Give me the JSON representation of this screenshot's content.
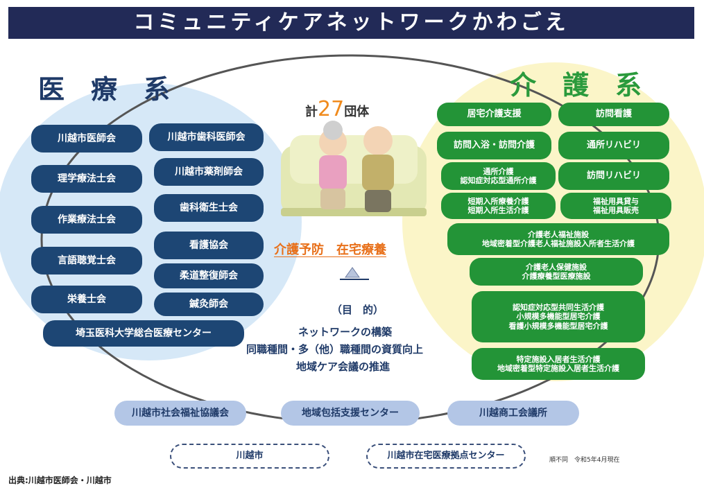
{
  "title": "コミュニティケアネットワークかわごえ",
  "medical": {
    "heading": "医　療　系",
    "items": [
      "川越市医師会",
      "理学療法士会",
      "作業療法士会",
      "言語聴覚士会",
      "栄養士会",
      "川越市歯科医師会",
      "川越市薬剤師会",
      "歯科衛生士会",
      "看護協会",
      "柔道整復師会",
      "鍼灸師会",
      "埼玉医科大学総合医療センター"
    ]
  },
  "care": {
    "heading": "介　護　系",
    "items": [
      "居宅介護支援",
      "訪問看護",
      "訪問入浴・訪問介護",
      "通所リハビリ",
      "通所介護\n認知症対応型通所介護",
      "訪問リハビリ",
      "短期入所療養介護\n短期入所生活介護",
      "福祉用具貸与\n福祉用具販売",
      "介護老人福祉施設\n地域密着型介護老人福祉施設入所者生活介護",
      "介護老人保健施設\n介護療養型医療施設",
      "認知症対応型共同生活介護\n小規模多機能型居宅介護\n看護小規模多機能型居宅介護",
      "特定施設入居者生活介護\n地域密着型特定施設入居者生活介護"
    ]
  },
  "center": {
    "total_prefix": "計",
    "total_number": "27",
    "total_suffix": "団体",
    "prevention": "介護予防　在宅療養",
    "purpose_heading": "（目　的）",
    "purposes": [
      "ネットワークの構築",
      "同職種間・多（他）職種間の資質向上",
      "地域ケア会議の推進"
    ]
  },
  "bottom": {
    "orgs": [
      "川越市社会福祉協議会",
      "地域包括支援センター",
      "川越商工会議所"
    ],
    "admin": [
      "川越市",
      "川越市在宅医療拠点センター"
    ]
  },
  "note": "順不同　令和5年4月現在",
  "source": "出典:川越市医師会・川越市",
  "colors": {
    "banner": "#222a57",
    "medical": "#1d4674",
    "care": "#239437",
    "accent": "#f08a1c"
  }
}
